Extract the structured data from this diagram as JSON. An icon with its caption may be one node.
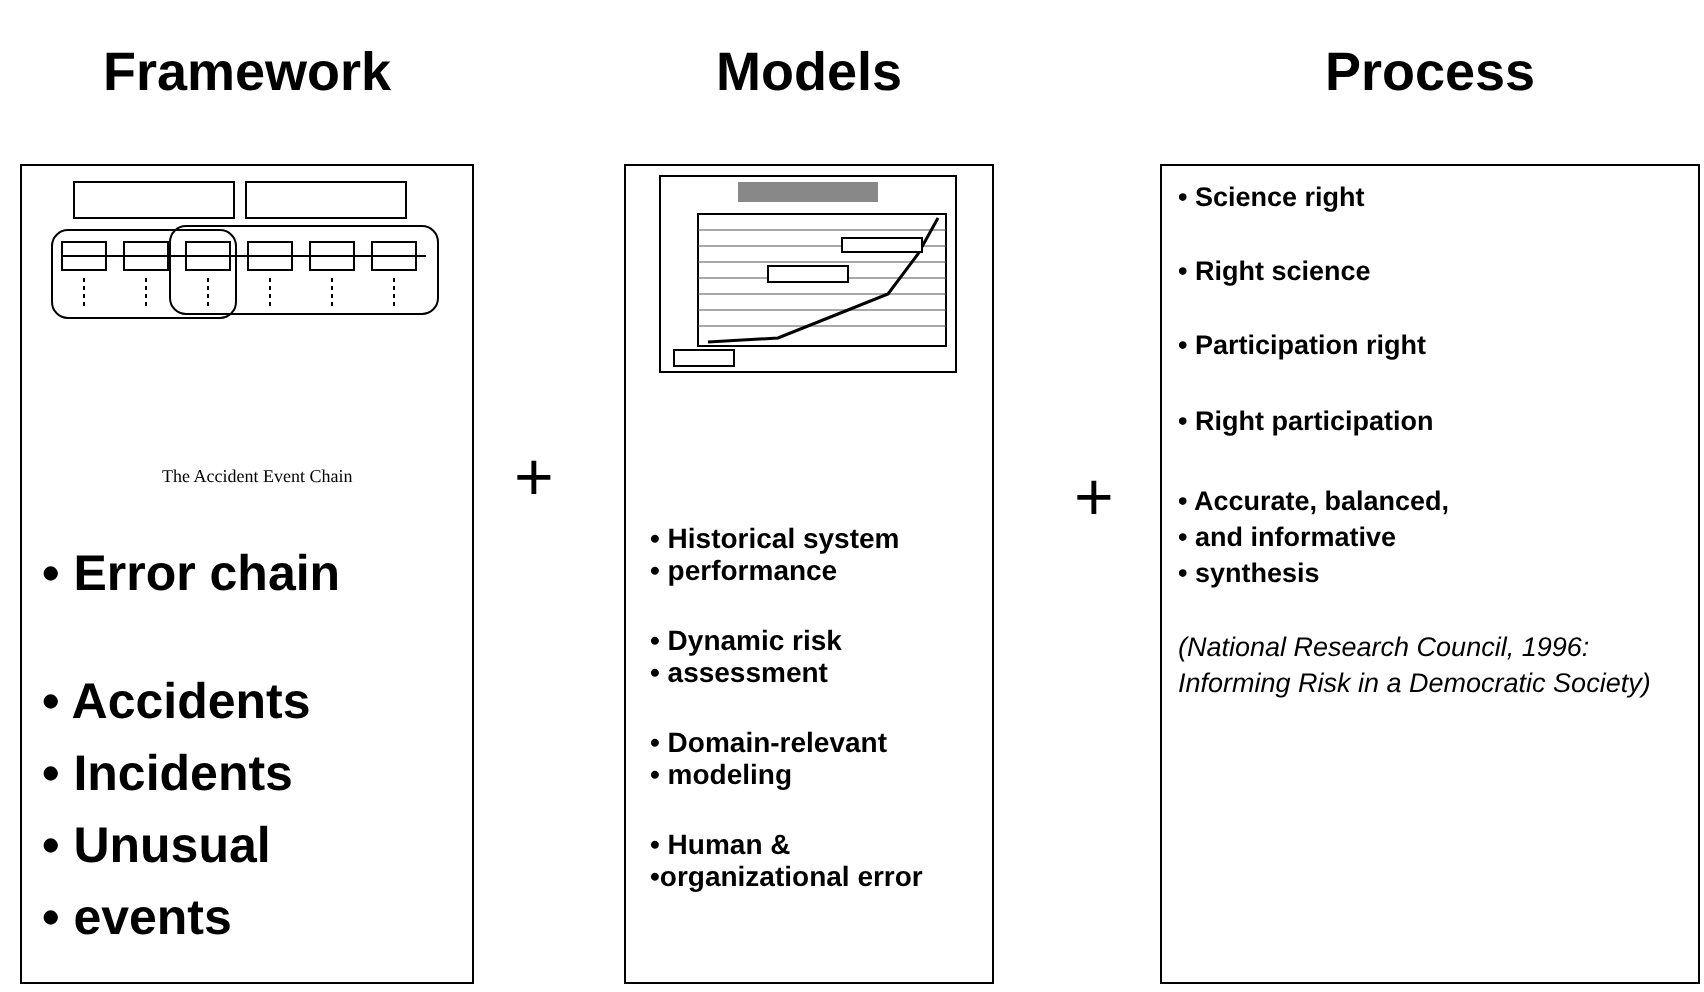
{
  "diagram": {
    "nodes": [
      {
        "text": [
          "Framework",
          "The Accident Event Chain",
          "• Error chain",
          "• Accidents",
          "• Incidents",
          "• Unusual",
          "• events"
        ]
      },
      {
        "text": [
          "Models",
          "• Historical system",
          "• performance",
          "• Dynamic risk",
          "• assessment",
          "• Domain-relevant",
          "• modeling",
          "• Human &",
          "•organizational error"
        ]
      },
      {
        "text": [
          "Process",
          "• Science right",
          "• Right science",
          "• Participation right",
          "• Right participation",
          "• Accurate, balanced,",
          "• and informative",
          "• synthesis",
          "(National Research Council, 1996: Informing Risk in a Democratic Society)"
        ]
      }
    ],
    "edges": [],
    "labels": [
      "+",
      "+"
    ]
  }
}
